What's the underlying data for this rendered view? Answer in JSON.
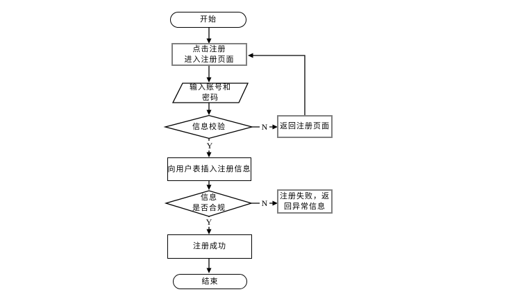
{
  "diagram": {
    "type": "flowchart",
    "colors": {
      "background": "#ffffff",
      "line": "#000000",
      "shadow_border": "#7f7f7f",
      "text": "#000000"
    },
    "nodes": {
      "start": {
        "shape": "terminator",
        "label": "开始"
      },
      "click_register": {
        "shape": "process",
        "label": "点击注册\n进入注册页面"
      },
      "input_account": {
        "shape": "io-parallelogram",
        "label": "输入账号和\n密码"
      },
      "verify_info": {
        "shape": "decision",
        "label": "信息校验"
      },
      "return_register_page": {
        "shape": "process",
        "label": "返回注册页面"
      },
      "insert_user_info": {
        "shape": "process",
        "label": "向用户表插入注册信息"
      },
      "info_compliant": {
        "shape": "decision",
        "label": "信息\n是否合规"
      },
      "register_fail": {
        "shape": "process",
        "label": "注册失败，返\n回异常信息"
      },
      "register_success": {
        "shape": "process",
        "label": "注册成功"
      },
      "end": {
        "shape": "terminator",
        "label": "结束"
      }
    },
    "edge_labels": {
      "verify_no": "N",
      "verify_yes": "Y",
      "compliant_no": "N",
      "compliant_yes": "Y"
    }
  }
}
